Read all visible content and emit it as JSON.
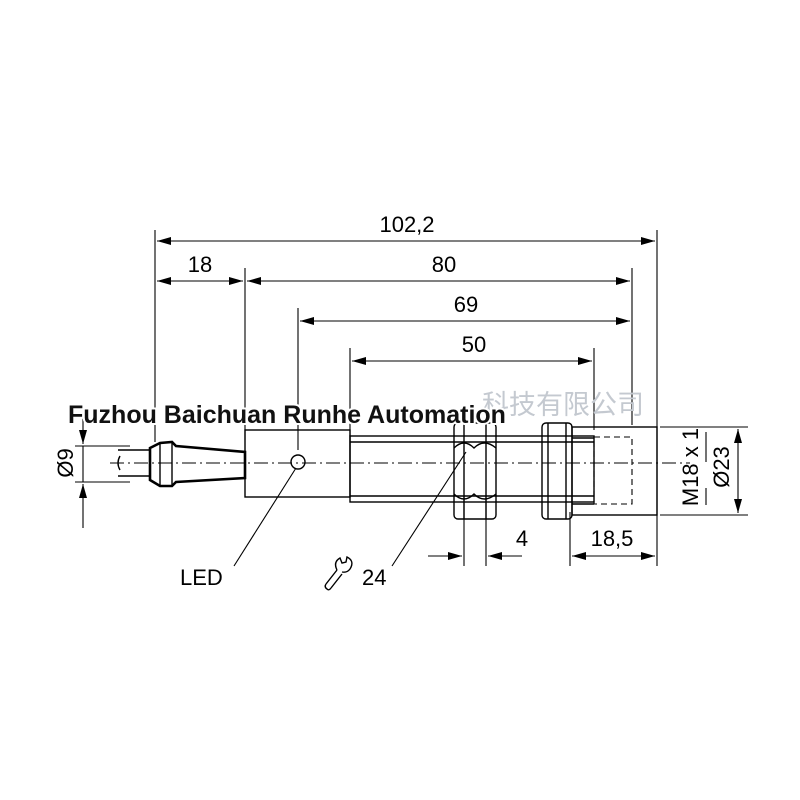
{
  "dimensions": {
    "overall_length": "102,2",
    "cable_end_length": "18",
    "body_length": "80",
    "length_69": "69",
    "thread_length": "50",
    "nut_thickness": "4",
    "head_length": "18,5",
    "cable_diameter": "Ø9",
    "thread": "M18 x 1",
    "head_diameter": "Ø23",
    "wrench_size": "24"
  },
  "labels": {
    "led": "LED"
  },
  "icons": {
    "wrench": "wrench-icon"
  },
  "watermark": {
    "text": "Fuzhou Baichuan Runhe Automation",
    "text_cn": "科技有限公司"
  }
}
